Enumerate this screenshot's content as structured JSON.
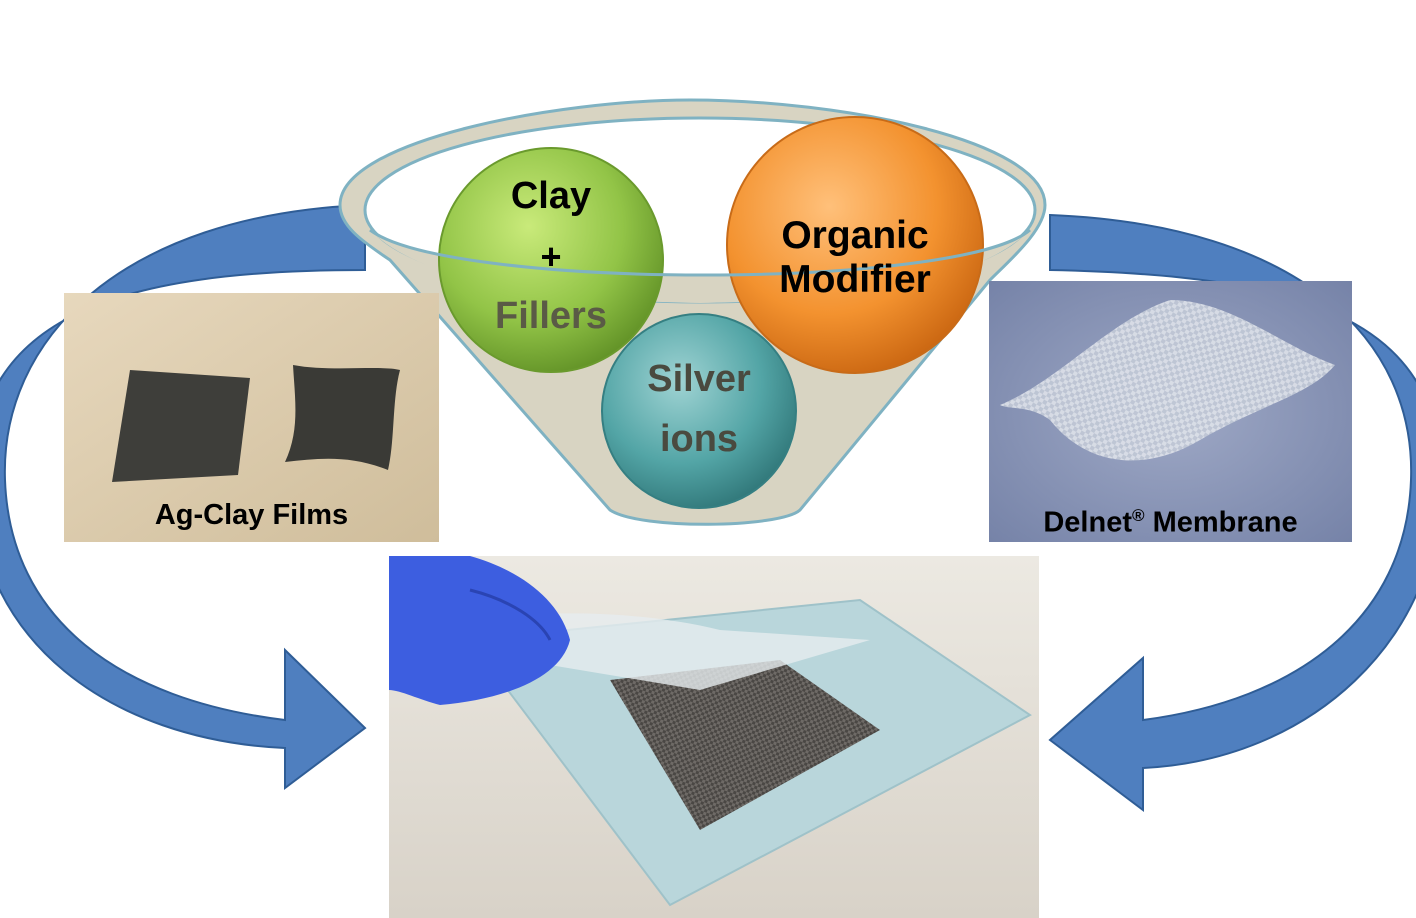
{
  "circles": {
    "clay": {
      "line1": "Clay",
      "line2": "+",
      "line3": "Fillers"
    },
    "organic": {
      "line1": "Organic",
      "line2": "Modifier"
    },
    "silver": {
      "line1": "Silver",
      "line2": "ions"
    }
  },
  "photos": {
    "left_caption": "Ag-Clay Films",
    "right_caption_main": "Delnet",
    "right_caption_mark": "®",
    "right_caption_tail": " Membrane"
  },
  "colors": {
    "arrow": "#4f7fbf",
    "arrow_edge": "#2f5d96",
    "funnel": "#d8d4c2",
    "funnel_edge": "#7fb2c2",
    "clay_circle": "#8dbe3f",
    "organic_circle": "#f1922e",
    "silver_circle": "#4f9fa3"
  }
}
